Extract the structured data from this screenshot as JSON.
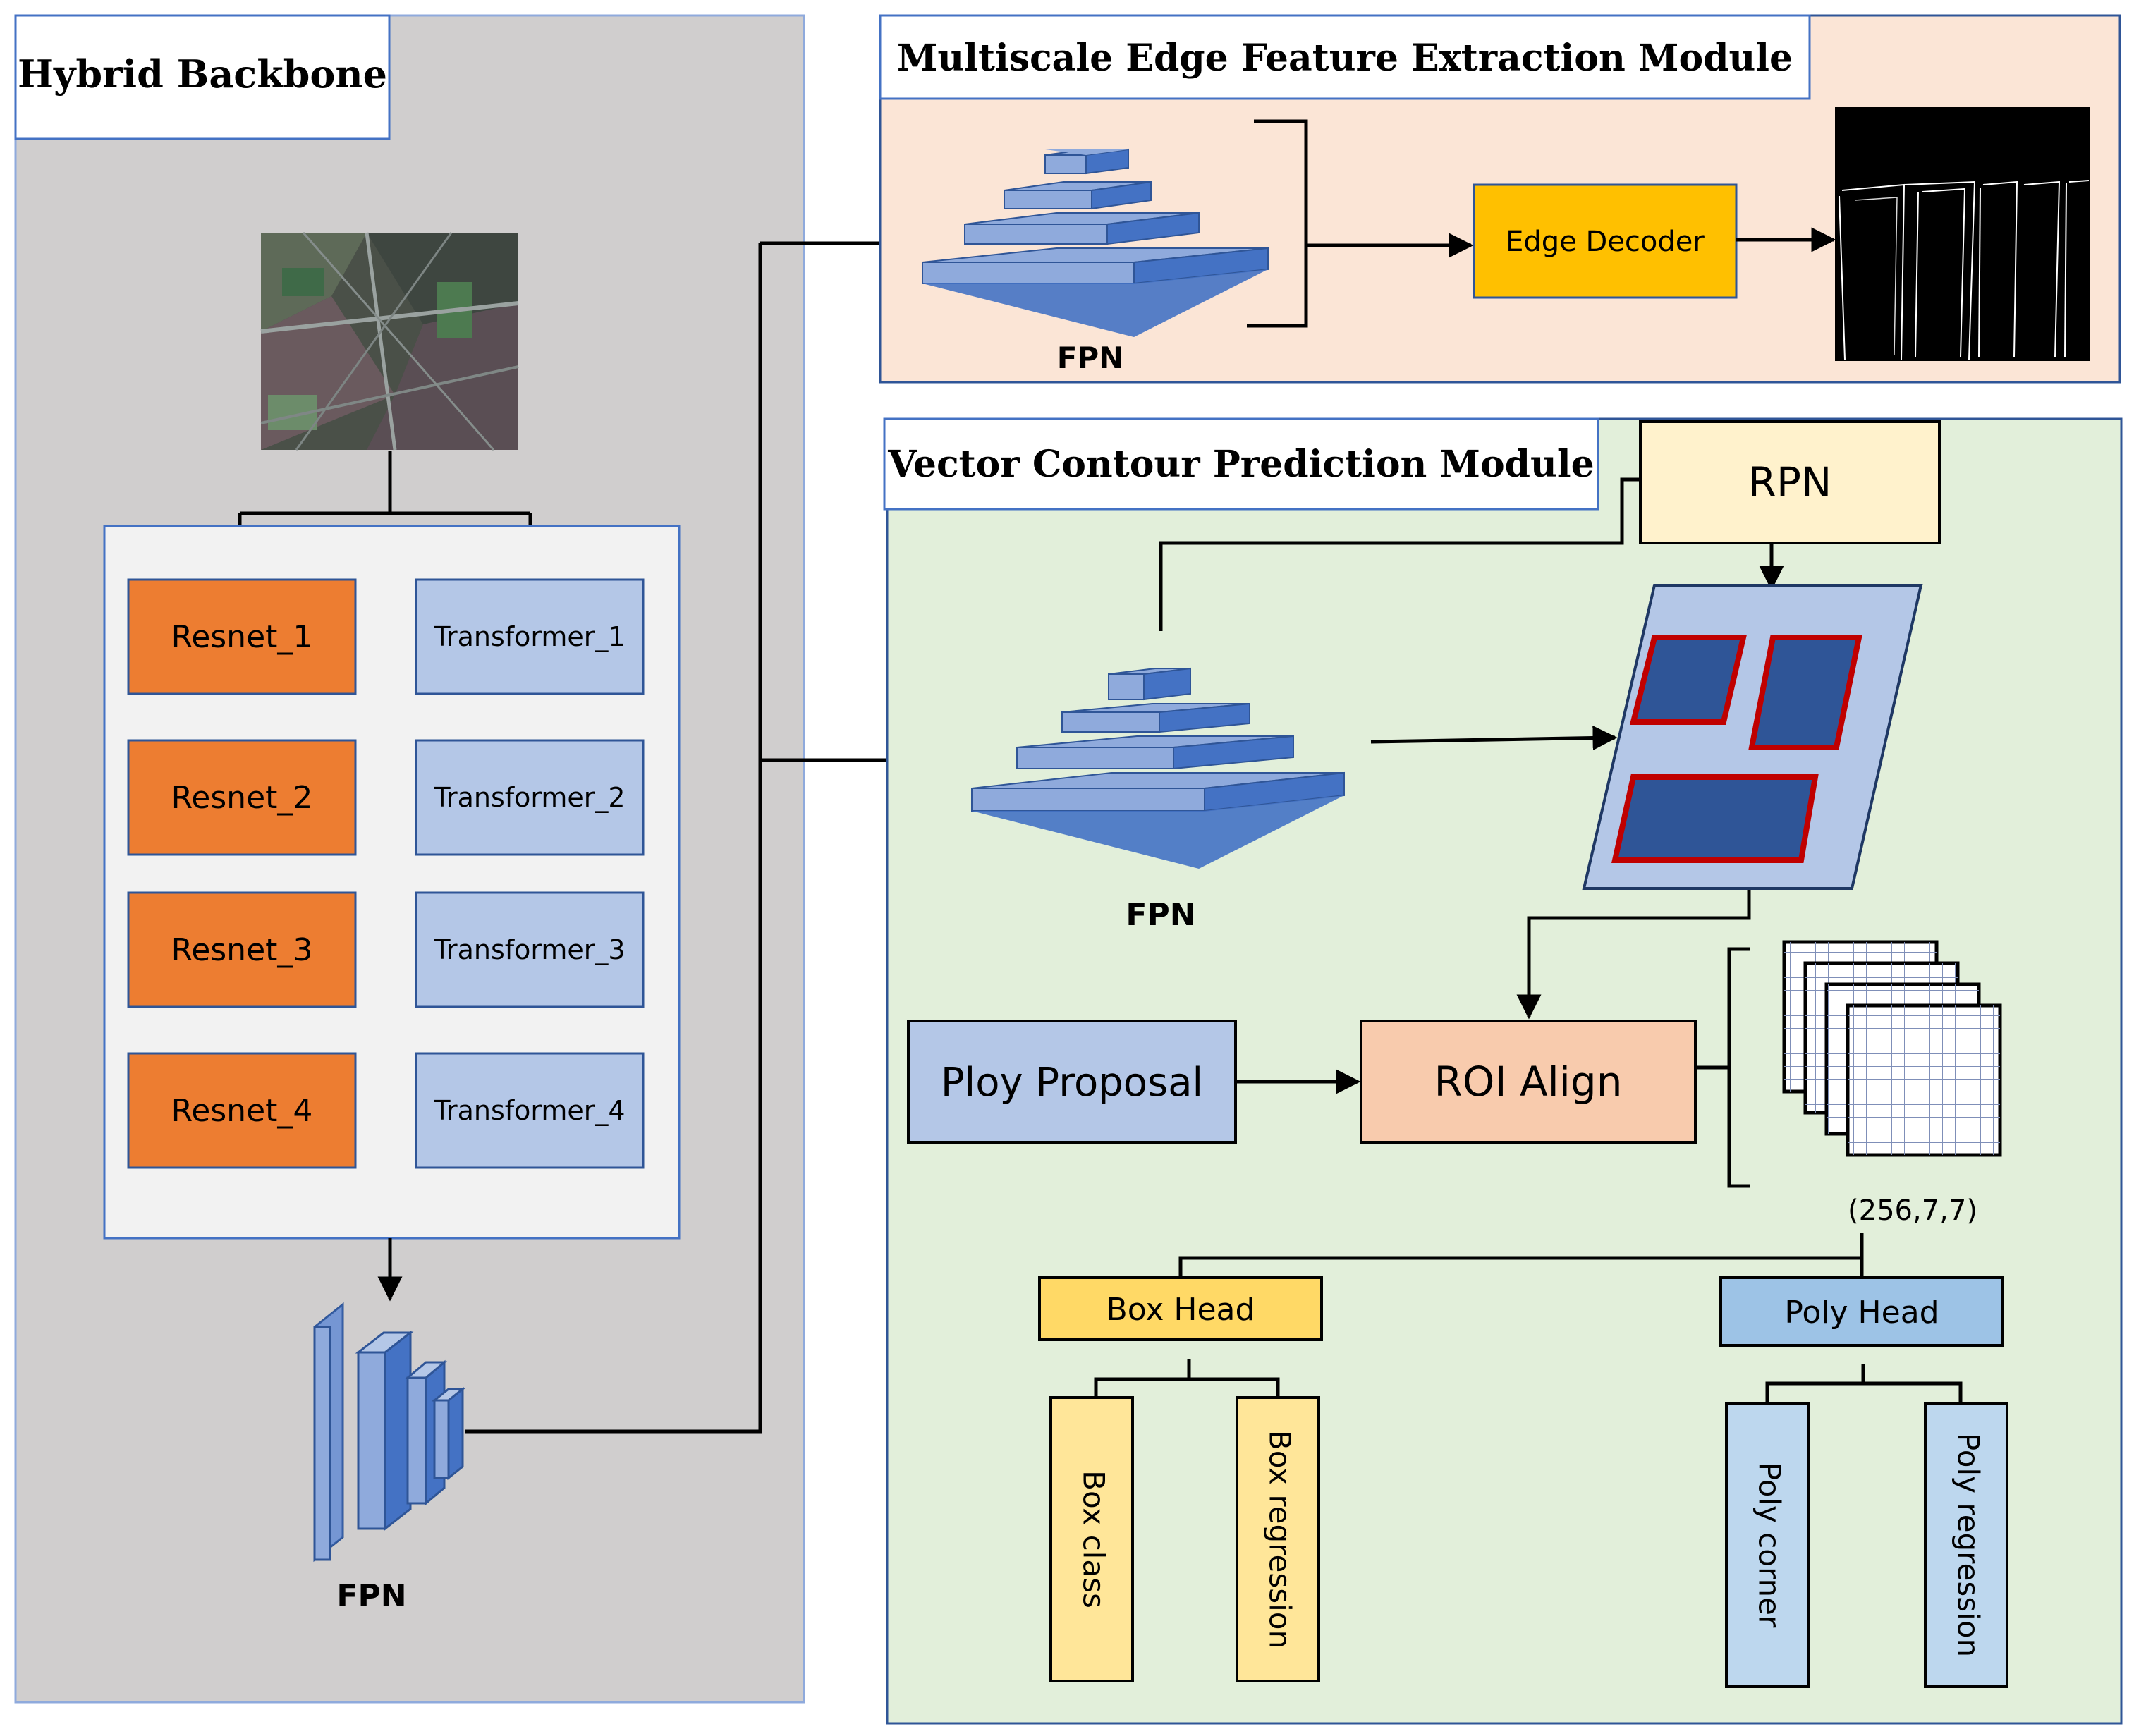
{
  "panels": {
    "hybrid_backbone": {
      "title": "Hybrid Backbone"
    },
    "edge_module": {
      "title": "Multiscale Edge Feature Extraction Module"
    },
    "contour_module": {
      "title": "Vector Contour Prediction Module"
    }
  },
  "backbone": {
    "resnet": [
      "Resnet_1",
      "Resnet_2",
      "Resnet_3",
      "Resnet_4"
    ],
    "transformer": [
      "Transformer_1",
      "Transformer_2",
      "Transformer_3",
      "Transformer_4"
    ],
    "fpn_label": "FPN"
  },
  "edge": {
    "fpn_label": "FPN",
    "decoder_label": "Edge Decoder"
  },
  "contour": {
    "rpn_label": "RPN",
    "fpn_label": "FPN",
    "poly_proposal_label": "Ploy Proposal",
    "roi_align_label": "ROI Align",
    "feature_shape": "(256,7,7)",
    "box_head_label": "Box Head",
    "poly_head_label": "Poly Head",
    "box_class_label": "Box  class",
    "box_regression_label": "Box regression",
    "poly_corner_label": "Poly  corner",
    "poly_regression_label": "Poly regression"
  },
  "colors": {
    "backbone_bg": "#d0cece",
    "edge_bg": "#fbe5d6",
    "contour_bg": "#e2efda",
    "resnet": "#ed7d31",
    "transformer": "#b4c7e7",
    "fpn_blue": "#8faadc",
    "decoder": "#ffc000",
    "rpn": "#fff2cc",
    "roi": "#f8cbad",
    "box_head": "#ffd966",
    "box_leaf": "#ffe699",
    "poly_head": "#9dc3e6",
    "poly_leaf": "#bdd7ee"
  }
}
